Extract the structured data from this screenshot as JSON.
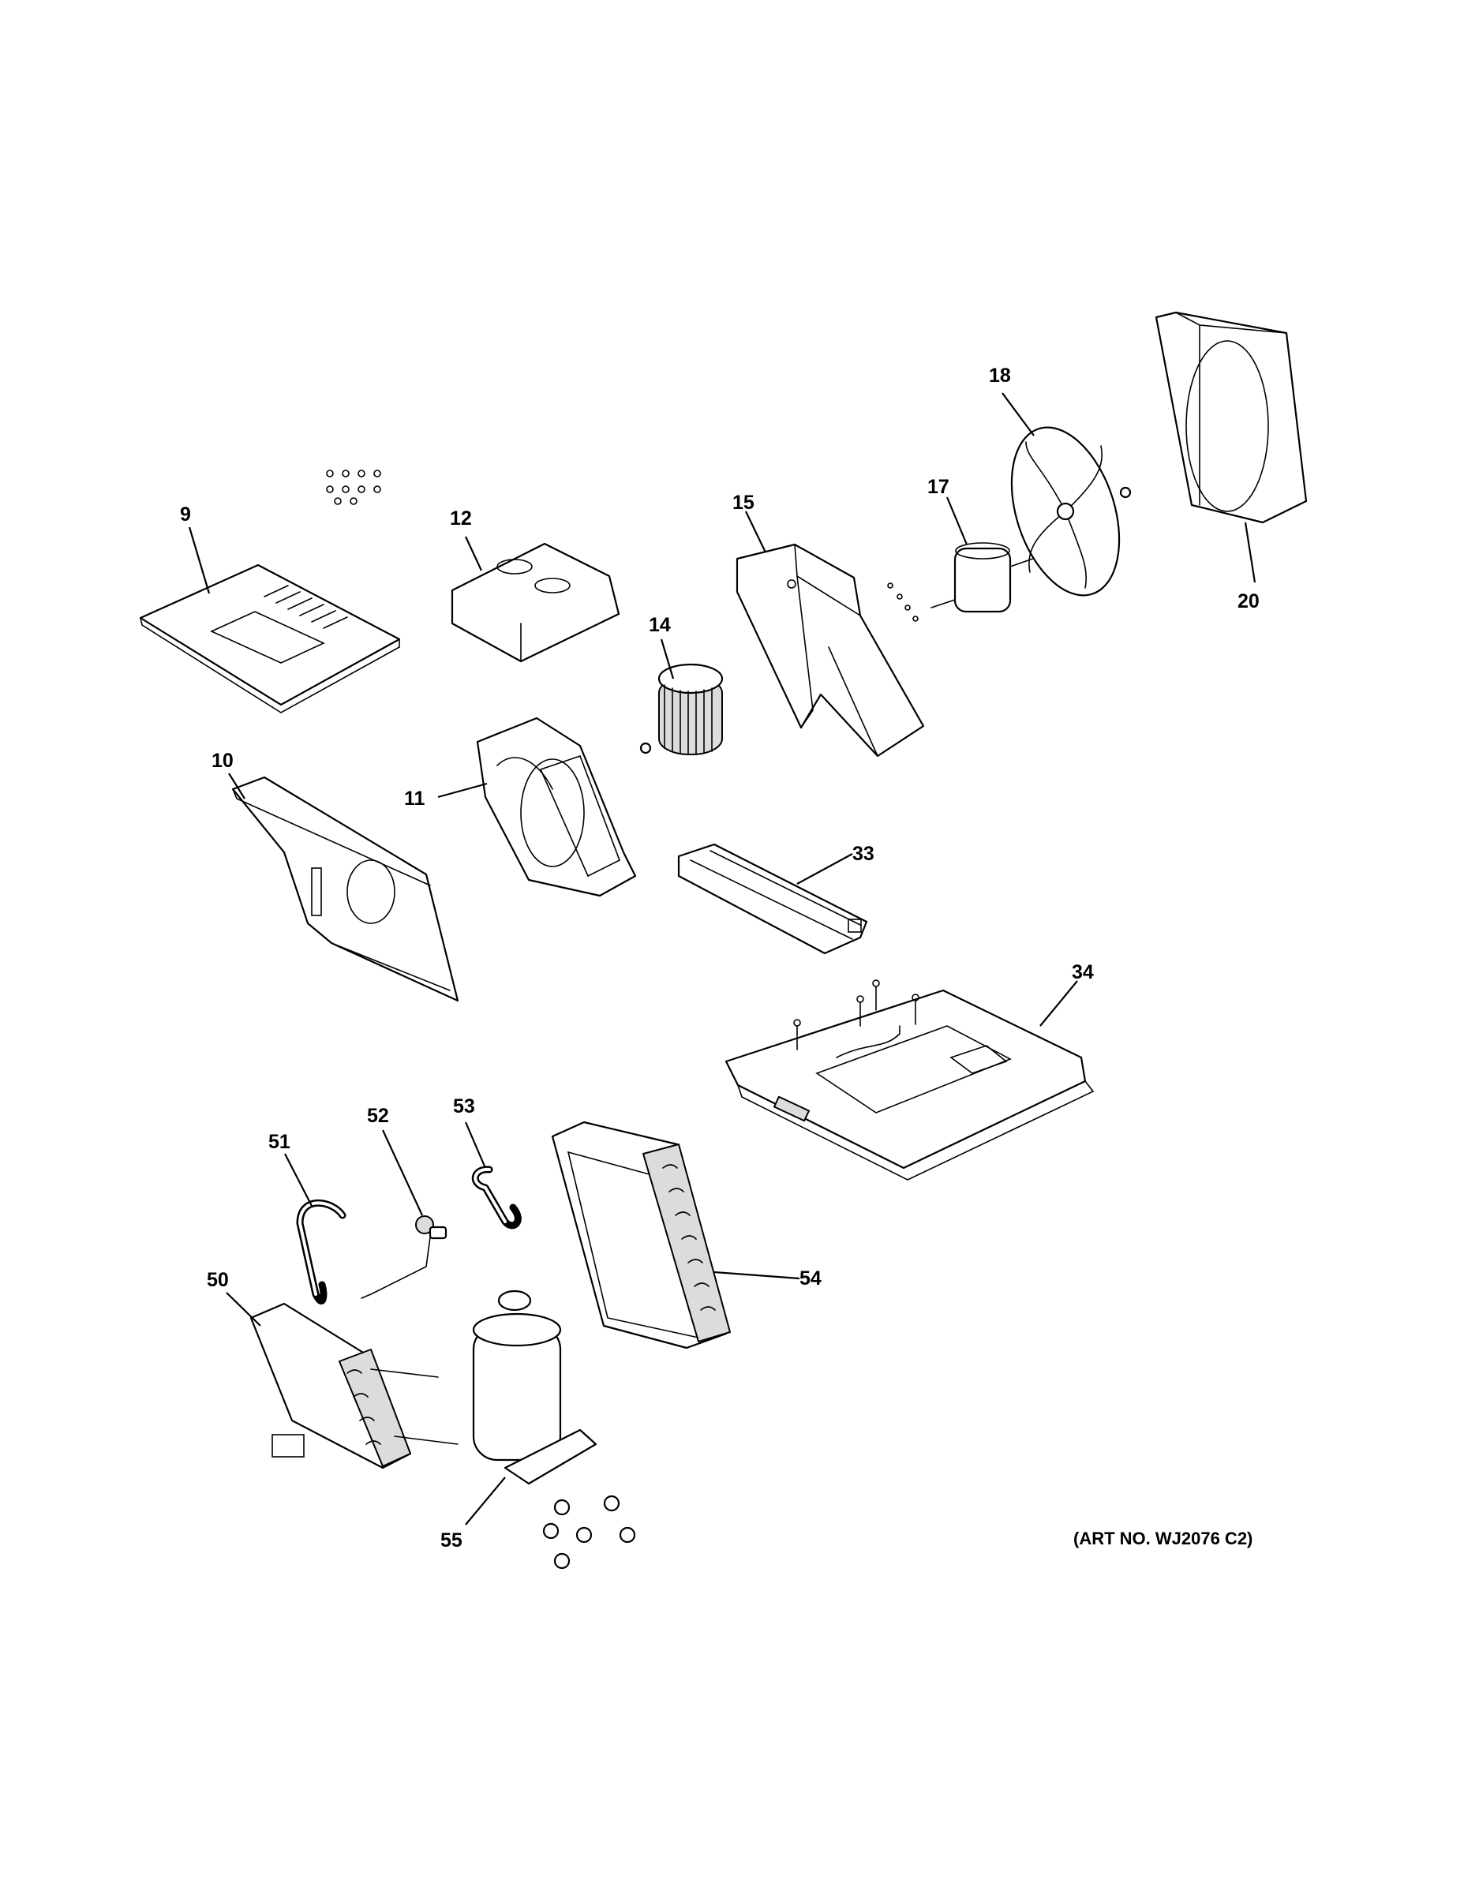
{
  "callouts": {
    "p9": "9",
    "p10": "10",
    "p11": "11",
    "p12": "12",
    "p14": "14",
    "p15": "15",
    "p17": "17",
    "p18": "18",
    "p20": "20",
    "p33": "33",
    "p34": "34",
    "p50": "50",
    "p51": "51",
    "p52": "52",
    "p53": "53",
    "p54": "54",
    "p55": "55"
  },
  "art_number": "(ART NO. WJ2076 C2)"
}
